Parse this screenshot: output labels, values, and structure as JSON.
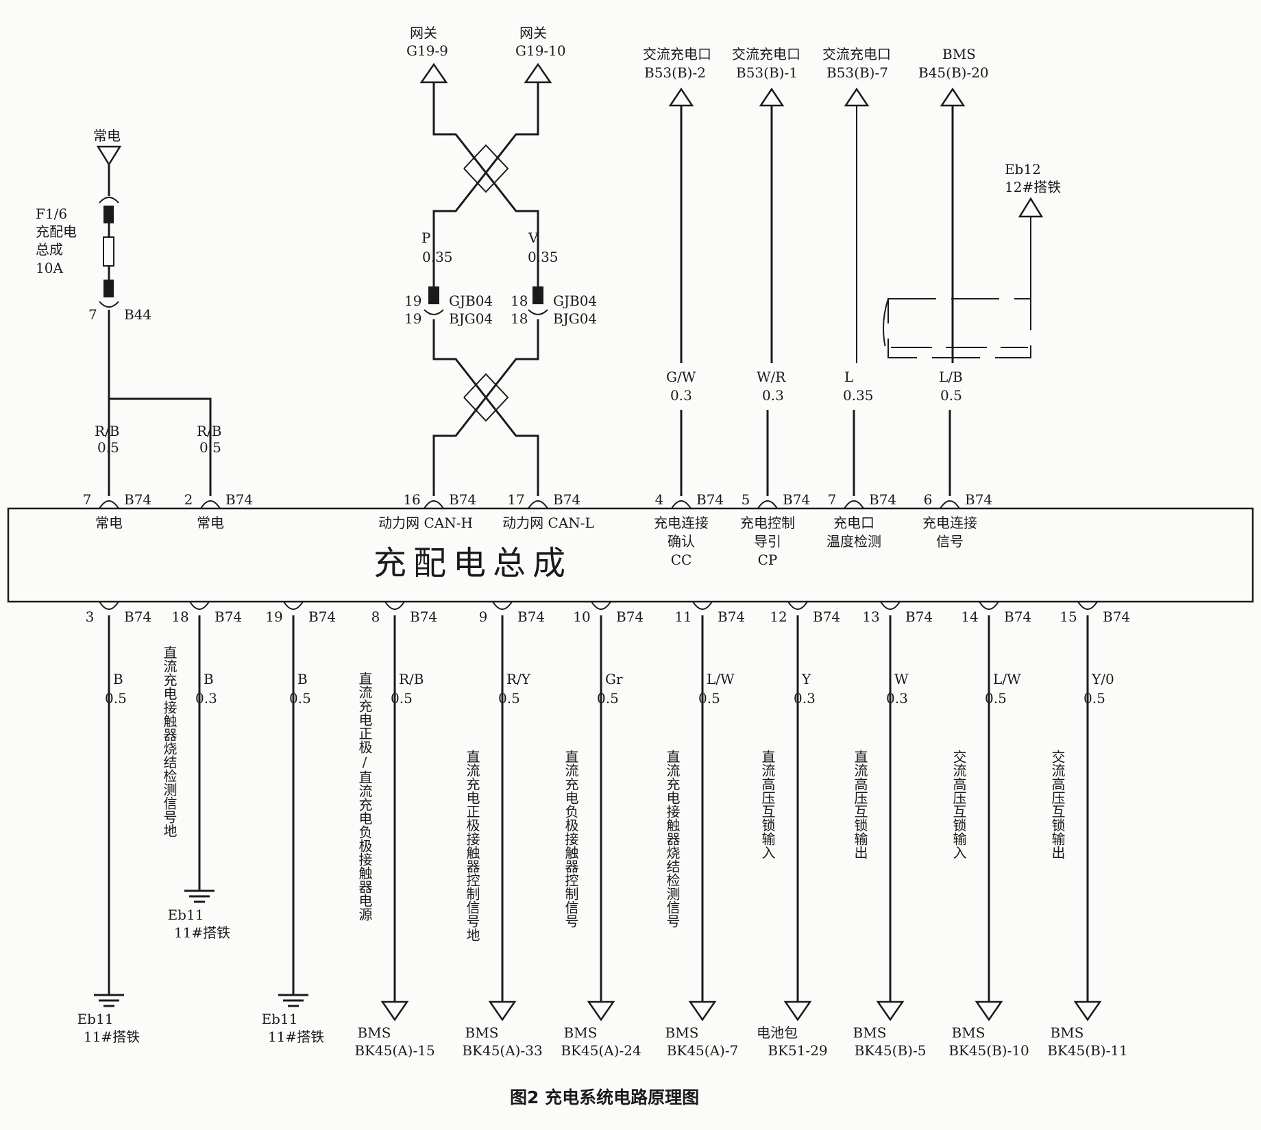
{
  "module_title": "充配电总成",
  "caption": "图2 充电系统电路原理图",
  "power": {
    "source_label": "常电",
    "fuse_id": "F1/6",
    "fuse_desc1": "充配电",
    "fuse_desc2": "总成",
    "fuse_rating": "10A",
    "conn_pin": "7",
    "conn_id": "B44",
    "wire1_color": "R/B",
    "wire1_size": "0.5",
    "wire2_color": "R/B",
    "wire2_size": "0.5"
  },
  "gateway": {
    "left_label": "网关",
    "left_pin": "G19-9",
    "right_label": "网关",
    "right_pin": "G19-10",
    "wire_left_color": "P",
    "wire_left_size": "0.35",
    "wire_right_color": "V",
    "wire_right_size": "0.35",
    "conn_left_pin": "19",
    "conn_right_pin": "18",
    "conn_a": "GJB04",
    "conn_b": "BJG04"
  },
  "top_targets": [
    {
      "name": "交流充电口",
      "pin": "B53(B)-2",
      "color": "G/W",
      "size": "0.3"
    },
    {
      "name": "交流充电口",
      "pin": "B53(B)-1",
      "color": "W/R",
      "size": "0.3"
    },
    {
      "name": "交流充电口",
      "pin": "B53(B)-7",
      "color": "L",
      "size": "0.35"
    },
    {
      "name": "BMS",
      "pin": "B45(B)-20",
      "color": "L/B",
      "size": "0.5"
    }
  ],
  "shield": {
    "ground_id": "Eb12",
    "ground_name": "12#搭铁"
  },
  "top_pins": [
    {
      "num": "7",
      "conn": "B74",
      "func1": "常电",
      "func2": "",
      "func3": ""
    },
    {
      "num": "2",
      "conn": "B74",
      "func1": "常电",
      "func2": "",
      "func3": ""
    },
    {
      "num": "16",
      "conn": "B74",
      "func1": "动力网 CAN-H",
      "func2": "",
      "func3": ""
    },
    {
      "num": "17",
      "conn": "B74",
      "func1": "动力网 CAN-L",
      "func2": "",
      "func3": ""
    },
    {
      "num": "4",
      "conn": "B74",
      "func1": "充电连接",
      "func2": "确认",
      "func3": "CC"
    },
    {
      "num": "5",
      "conn": "B74",
      "func1": "充电控制",
      "func2": "导引",
      "func3": "CP"
    },
    {
      "num": "7",
      "conn": "B74",
      "func1": "充电口",
      "func2": "温度检测",
      "func3": ""
    },
    {
      "num": "6",
      "conn": "B74",
      "func1": "充电连接",
      "func2": "信号",
      "func3": ""
    }
  ],
  "bottom_pins": [
    {
      "num": "3",
      "conn": "B74",
      "color": "B",
      "size": "0.5",
      "desc": "",
      "target1": "Eb11",
      "target2": "11#搭铁"
    },
    {
      "num": "18",
      "conn": "B74",
      "color": "B",
      "size": "0.3",
      "desc": "直流充电接触器烧结检测信号地",
      "target1": "Eb11",
      "target2": "11#搭铁"
    },
    {
      "num": "19",
      "conn": "B74",
      "color": "B",
      "size": "0.5",
      "desc": "",
      "target1": "Eb11",
      "target2": "11#搭铁"
    },
    {
      "num": "8",
      "conn": "B74",
      "color": "R/B",
      "size": "0.5",
      "desc": "直流充电正极/直流充电负极接触器电源",
      "target1": "BMS",
      "target2": "BK45(A)-15"
    },
    {
      "num": "9",
      "conn": "B74",
      "color": "R/Y",
      "size": "0.5",
      "desc": "直流充电正极接触器控制信号地",
      "target1": "BMS",
      "target2": "BK45(A)-33"
    },
    {
      "num": "10",
      "conn": "B74",
      "color": "Gr",
      "size": "0.5",
      "desc": "直流充电负极接触器控制信号",
      "target1": "BMS",
      "target2": "BK45(A)-24"
    },
    {
      "num": "11",
      "conn": "B74",
      "color": "L/W",
      "size": "0.5",
      "desc": "直流充电接触器烧结检测信号",
      "target1": "BMS",
      "target2": "BK45(A)-7"
    },
    {
      "num": "12",
      "conn": "B74",
      "color": "Y",
      "size": "0.3",
      "desc": "直流高压互锁输入",
      "target1": "电池包",
      "target2": "BK51-29"
    },
    {
      "num": "13",
      "conn": "B74",
      "color": "W",
      "size": "0.3",
      "desc": "直流高压互锁输出",
      "target1": "BMS",
      "target2": "BK45(B)-5"
    },
    {
      "num": "14",
      "conn": "B74",
      "color": "L/W",
      "size": "0.5",
      "desc": "交流高压互锁输入",
      "target1": "BMS",
      "target2": "BK45(B)-10"
    },
    {
      "num": "15",
      "conn": "B74",
      "color": "Y/0",
      "size": "0.5",
      "desc": "交流高压互锁输出",
      "target1": "BMS",
      "target2": "BK45(B)-11"
    }
  ]
}
